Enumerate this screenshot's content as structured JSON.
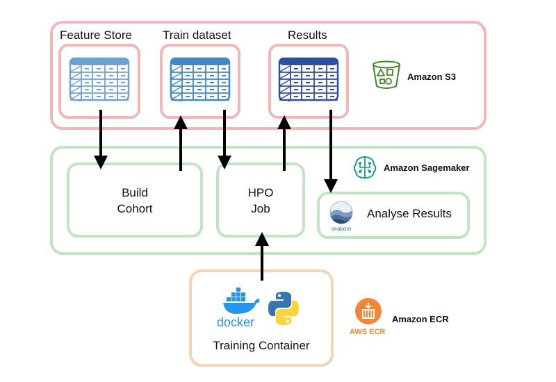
{
  "s3": {
    "service_label": "Amazon S3",
    "stores": [
      {
        "label": "Feature Store",
        "color": "#6fa0d6"
      },
      {
        "label": "Train dataset",
        "color": "#3f88c5"
      },
      {
        "label": "Results",
        "color": "#2e4fa0"
      }
    ]
  },
  "sagemaker": {
    "service_label": "Amazon Sagemaker",
    "build_cohort": {
      "line1": "Build",
      "line2": "Cohort"
    },
    "hpo_job": {
      "line1": "HPO",
      "line2": "Job"
    },
    "analyse_results": "Analyse Results",
    "seaborn_text": "seaborn"
  },
  "ecr": {
    "service_label": "Amazon ECR",
    "badge_text": "AWS ECR",
    "docker_text": "docker",
    "training_container": "Training Container"
  },
  "colors": {
    "s3_border": "#f2b6b9",
    "sagemaker_border": "#bfe5c2",
    "ecr_border": "#f7d3b5",
    "s3_green": "#3f8624",
    "sagemaker_teal": "#1a9c84",
    "ecr_orange": "#f58534",
    "docker_blue": "#2496ed",
    "python_blue": "#3776ab",
    "python_yellow": "#ffd43b"
  }
}
